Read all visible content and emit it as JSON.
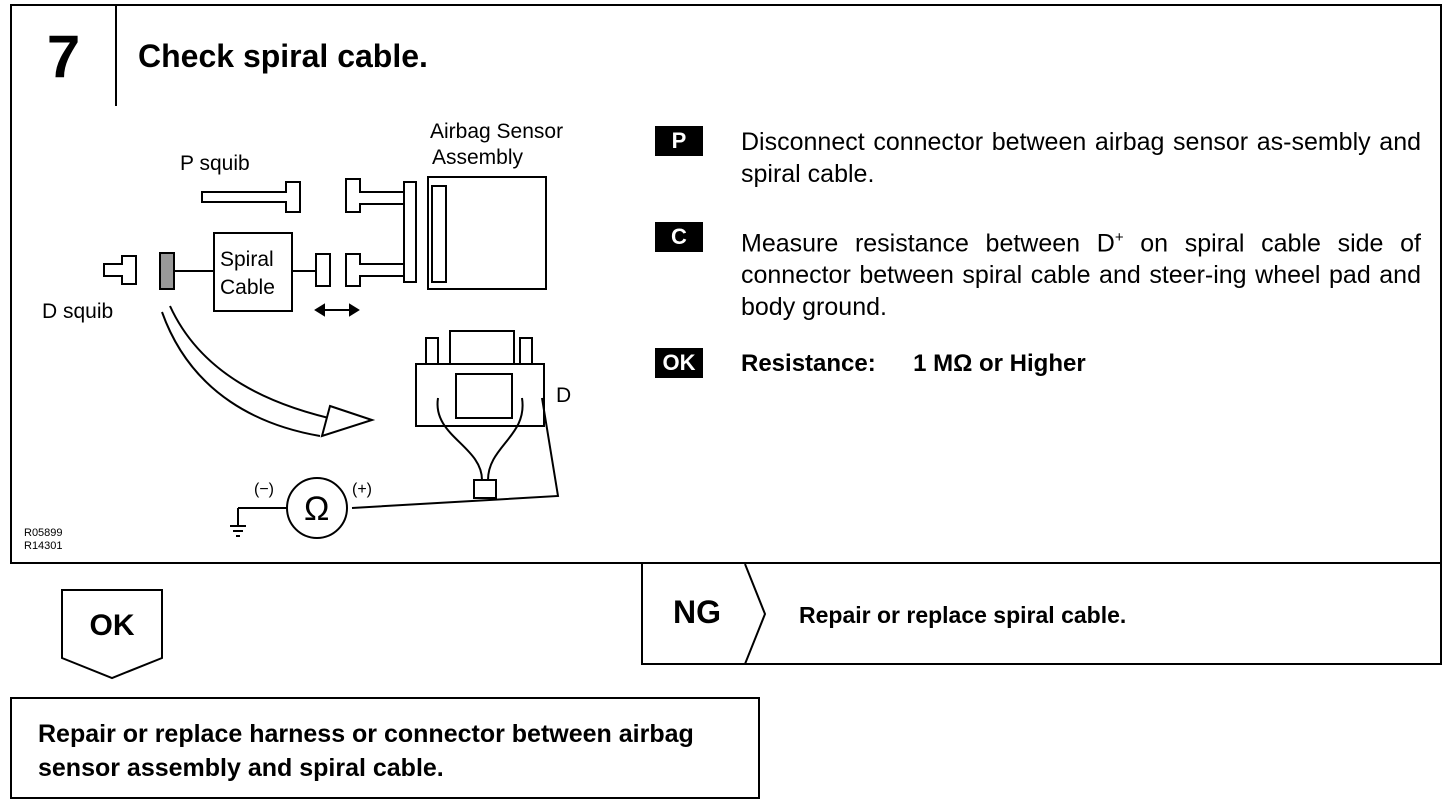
{
  "header": {
    "step_number": "7",
    "title": "Check spiral cable."
  },
  "diagram": {
    "labels": {
      "airbag_sensor_1": "Airbag Sensor",
      "airbag_sensor_2": "Assembly",
      "p_squib": "P squib",
      "d_squib": "D squib",
      "spiral_1": "Spiral",
      "spiral_2": "Cable",
      "d_plus": "D",
      "minus": "(−)",
      "plus": "(+)",
      "ohm": "Ω",
      "ref_1": "R05899",
      "ref_2": "R14301"
    }
  },
  "instructions": [
    {
      "badge": "P",
      "text": "Disconnect connector between airbag sensor as-sembly and spiral cable."
    },
    {
      "badge": "C",
      "text_before": "Measure resistance between D",
      "sup": "+",
      "text_after": " on spiral cable side of connector between spiral cable and steer-ing wheel pad and body ground."
    },
    {
      "badge": "OK",
      "label": "Resistance:",
      "value": "1 MΩ or Higher"
    }
  ],
  "ng": {
    "label": "NG",
    "text": "Repair or replace spiral cable."
  },
  "ok": {
    "label": "OK"
  },
  "action": {
    "text": "Repair or replace harness or connector between airbag sensor assembly and spiral cable."
  }
}
